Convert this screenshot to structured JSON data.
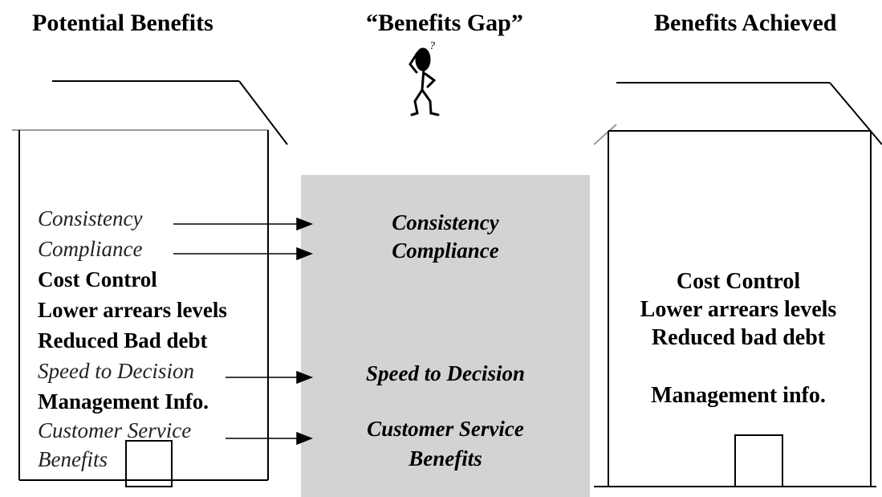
{
  "headings": {
    "potential": "Potential Benefits",
    "gap": "“Benefits Gap”",
    "achieved": "Benefits Achieved"
  },
  "figure": {
    "question_mark": "?"
  },
  "potential_benefits": [
    {
      "label": "Consistency",
      "style": "italic"
    },
    {
      "label": "Compliance",
      "style": "italic"
    },
    {
      "label": "Cost Control",
      "style": "bold"
    },
    {
      "label": "Lower arrears levels",
      "style": "bold"
    },
    {
      "label": "Reduced Bad debt",
      "style": "bold"
    },
    {
      "label": "Speed to Decision",
      "style": "italic"
    },
    {
      "label": "Management Info.",
      "style": "bold"
    },
    {
      "label": "Customer Service",
      "style": "italic"
    },
    {
      "label": "Benefits",
      "style": "italic"
    }
  ],
  "gap_items": {
    "consistency": "Consistency",
    "compliance": "Compliance",
    "speed": "Speed to Decision",
    "customer_service_1": "Customer Service",
    "customer_service_2": "Benefits"
  },
  "benefits_achieved": {
    "cost_control": "Cost Control",
    "lower_arrears": "Lower arrears levels",
    "reduced_bad_debt": "Reduced bad debt",
    "management_info": "Management info."
  },
  "colors": {
    "gap_fill": "#d3d3d3",
    "line": "#000000"
  }
}
